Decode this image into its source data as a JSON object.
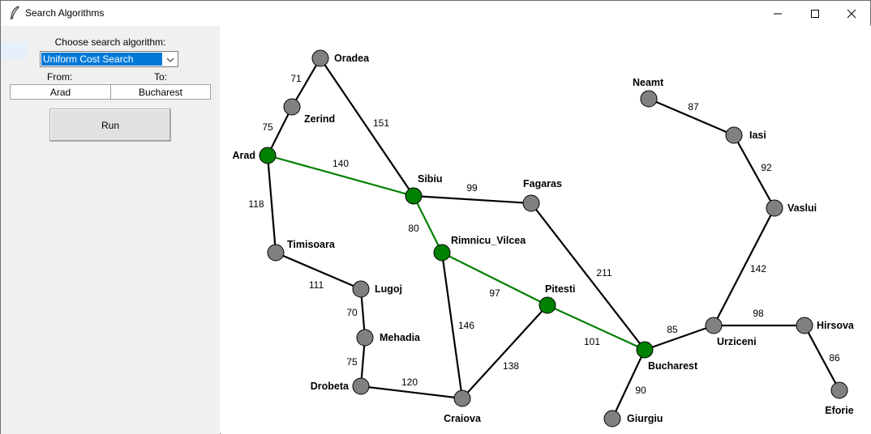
{
  "window": {
    "title": "Search Algorithms",
    "icon": "feather-icon"
  },
  "controls": {
    "choose_label": "Choose search algorithm:",
    "algorithm": "Uniform Cost Search",
    "from_label": "From:",
    "to_label": "To:",
    "from_value": "Arad",
    "to_value": "Bucharest",
    "run_label": "Run"
  },
  "colors": {
    "node_default": "#808080",
    "node_path": "#008000",
    "edge_default": "#000000",
    "edge_path": "#008000",
    "selection": "#0078d7"
  },
  "graph": {
    "nodes": [
      {
        "id": "Oradea",
        "label": "Oradea",
        "on_path": false
      },
      {
        "id": "Zerind",
        "label": "Zerind",
        "on_path": false
      },
      {
        "id": "Arad",
        "label": "Arad",
        "on_path": true
      },
      {
        "id": "Sibiu",
        "label": "Sibiu",
        "on_path": true
      },
      {
        "id": "Fagaras",
        "label": "Fagaras",
        "on_path": false
      },
      {
        "id": "Timisoara",
        "label": "Timisoara",
        "on_path": false
      },
      {
        "id": "Rimnicu_Vilcea",
        "label": "Rimnicu_Vilcea",
        "on_path": true
      },
      {
        "id": "Lugoj",
        "label": "Lugoj",
        "on_path": false
      },
      {
        "id": "Pitesti",
        "label": "Pitesti",
        "on_path": true
      },
      {
        "id": "Mehadia",
        "label": "Mehadia",
        "on_path": false
      },
      {
        "id": "Drobeta",
        "label": "Drobeta",
        "on_path": false
      },
      {
        "id": "Craiova",
        "label": "Craiova",
        "on_path": false
      },
      {
        "id": "Bucharest",
        "label": "Bucharest",
        "on_path": true
      },
      {
        "id": "Giurgiu",
        "label": "Giurgiu",
        "on_path": false
      },
      {
        "id": "Urziceni",
        "label": "Urziceni",
        "on_path": false
      },
      {
        "id": "Hirsova",
        "label": "Hirsova",
        "on_path": false
      },
      {
        "id": "Eforie",
        "label": "Eforie",
        "on_path": false
      },
      {
        "id": "Vaslui",
        "label": "Vaslui",
        "on_path": false
      },
      {
        "id": "Iasi",
        "label": "Iasi",
        "on_path": false
      },
      {
        "id": "Neamt",
        "label": "Neamt",
        "on_path": false
      }
    ],
    "edges": [
      {
        "a": "Oradea",
        "b": "Zerind",
        "w": "71",
        "on_path": false
      },
      {
        "a": "Zerind",
        "b": "Arad",
        "w": "75",
        "on_path": false
      },
      {
        "a": "Oradea",
        "b": "Sibiu",
        "w": "151",
        "on_path": false
      },
      {
        "a": "Arad",
        "b": "Sibiu",
        "w": "140",
        "on_path": true
      },
      {
        "a": "Arad",
        "b": "Timisoara",
        "w": "118",
        "on_path": false
      },
      {
        "a": "Sibiu",
        "b": "Fagaras",
        "w": "99",
        "on_path": false
      },
      {
        "a": "Sibiu",
        "b": "Rimnicu_Vilcea",
        "w": "80",
        "on_path": true
      },
      {
        "a": "Timisoara",
        "b": "Lugoj",
        "w": "111",
        "on_path": false
      },
      {
        "a": "Lugoj",
        "b": "Mehadia",
        "w": "70",
        "on_path": false
      },
      {
        "a": "Mehadia",
        "b": "Drobeta",
        "w": "75",
        "on_path": false
      },
      {
        "a": "Drobeta",
        "b": "Craiova",
        "w": "120",
        "on_path": false
      },
      {
        "a": "Rimnicu_Vilcea",
        "b": "Craiova",
        "w": "146",
        "on_path": false
      },
      {
        "a": "Rimnicu_Vilcea",
        "b": "Pitesti",
        "w": "97",
        "on_path": true
      },
      {
        "a": "Craiova",
        "b": "Pitesti",
        "w": "138",
        "on_path": false
      },
      {
        "a": "Fagaras",
        "b": "Bucharest",
        "w": "211",
        "on_path": false
      },
      {
        "a": "Pitesti",
        "b": "Bucharest",
        "w": "101",
        "on_path": true
      },
      {
        "a": "Bucharest",
        "b": "Giurgiu",
        "w": "90",
        "on_path": false
      },
      {
        "a": "Bucharest",
        "b": "Urziceni",
        "w": "85",
        "on_path": false
      },
      {
        "a": "Urziceni",
        "b": "Hirsova",
        "w": "98",
        "on_path": false
      },
      {
        "a": "Hirsova",
        "b": "Eforie",
        "w": "86",
        "on_path": false
      },
      {
        "a": "Urziceni",
        "b": "Vaslui",
        "w": "142",
        "on_path": false
      },
      {
        "a": "Vaslui",
        "b": "Iasi",
        "w": "92",
        "on_path": false
      },
      {
        "a": "Iasi",
        "b": "Neamt",
        "w": "87",
        "on_path": false
      }
    ]
  }
}
